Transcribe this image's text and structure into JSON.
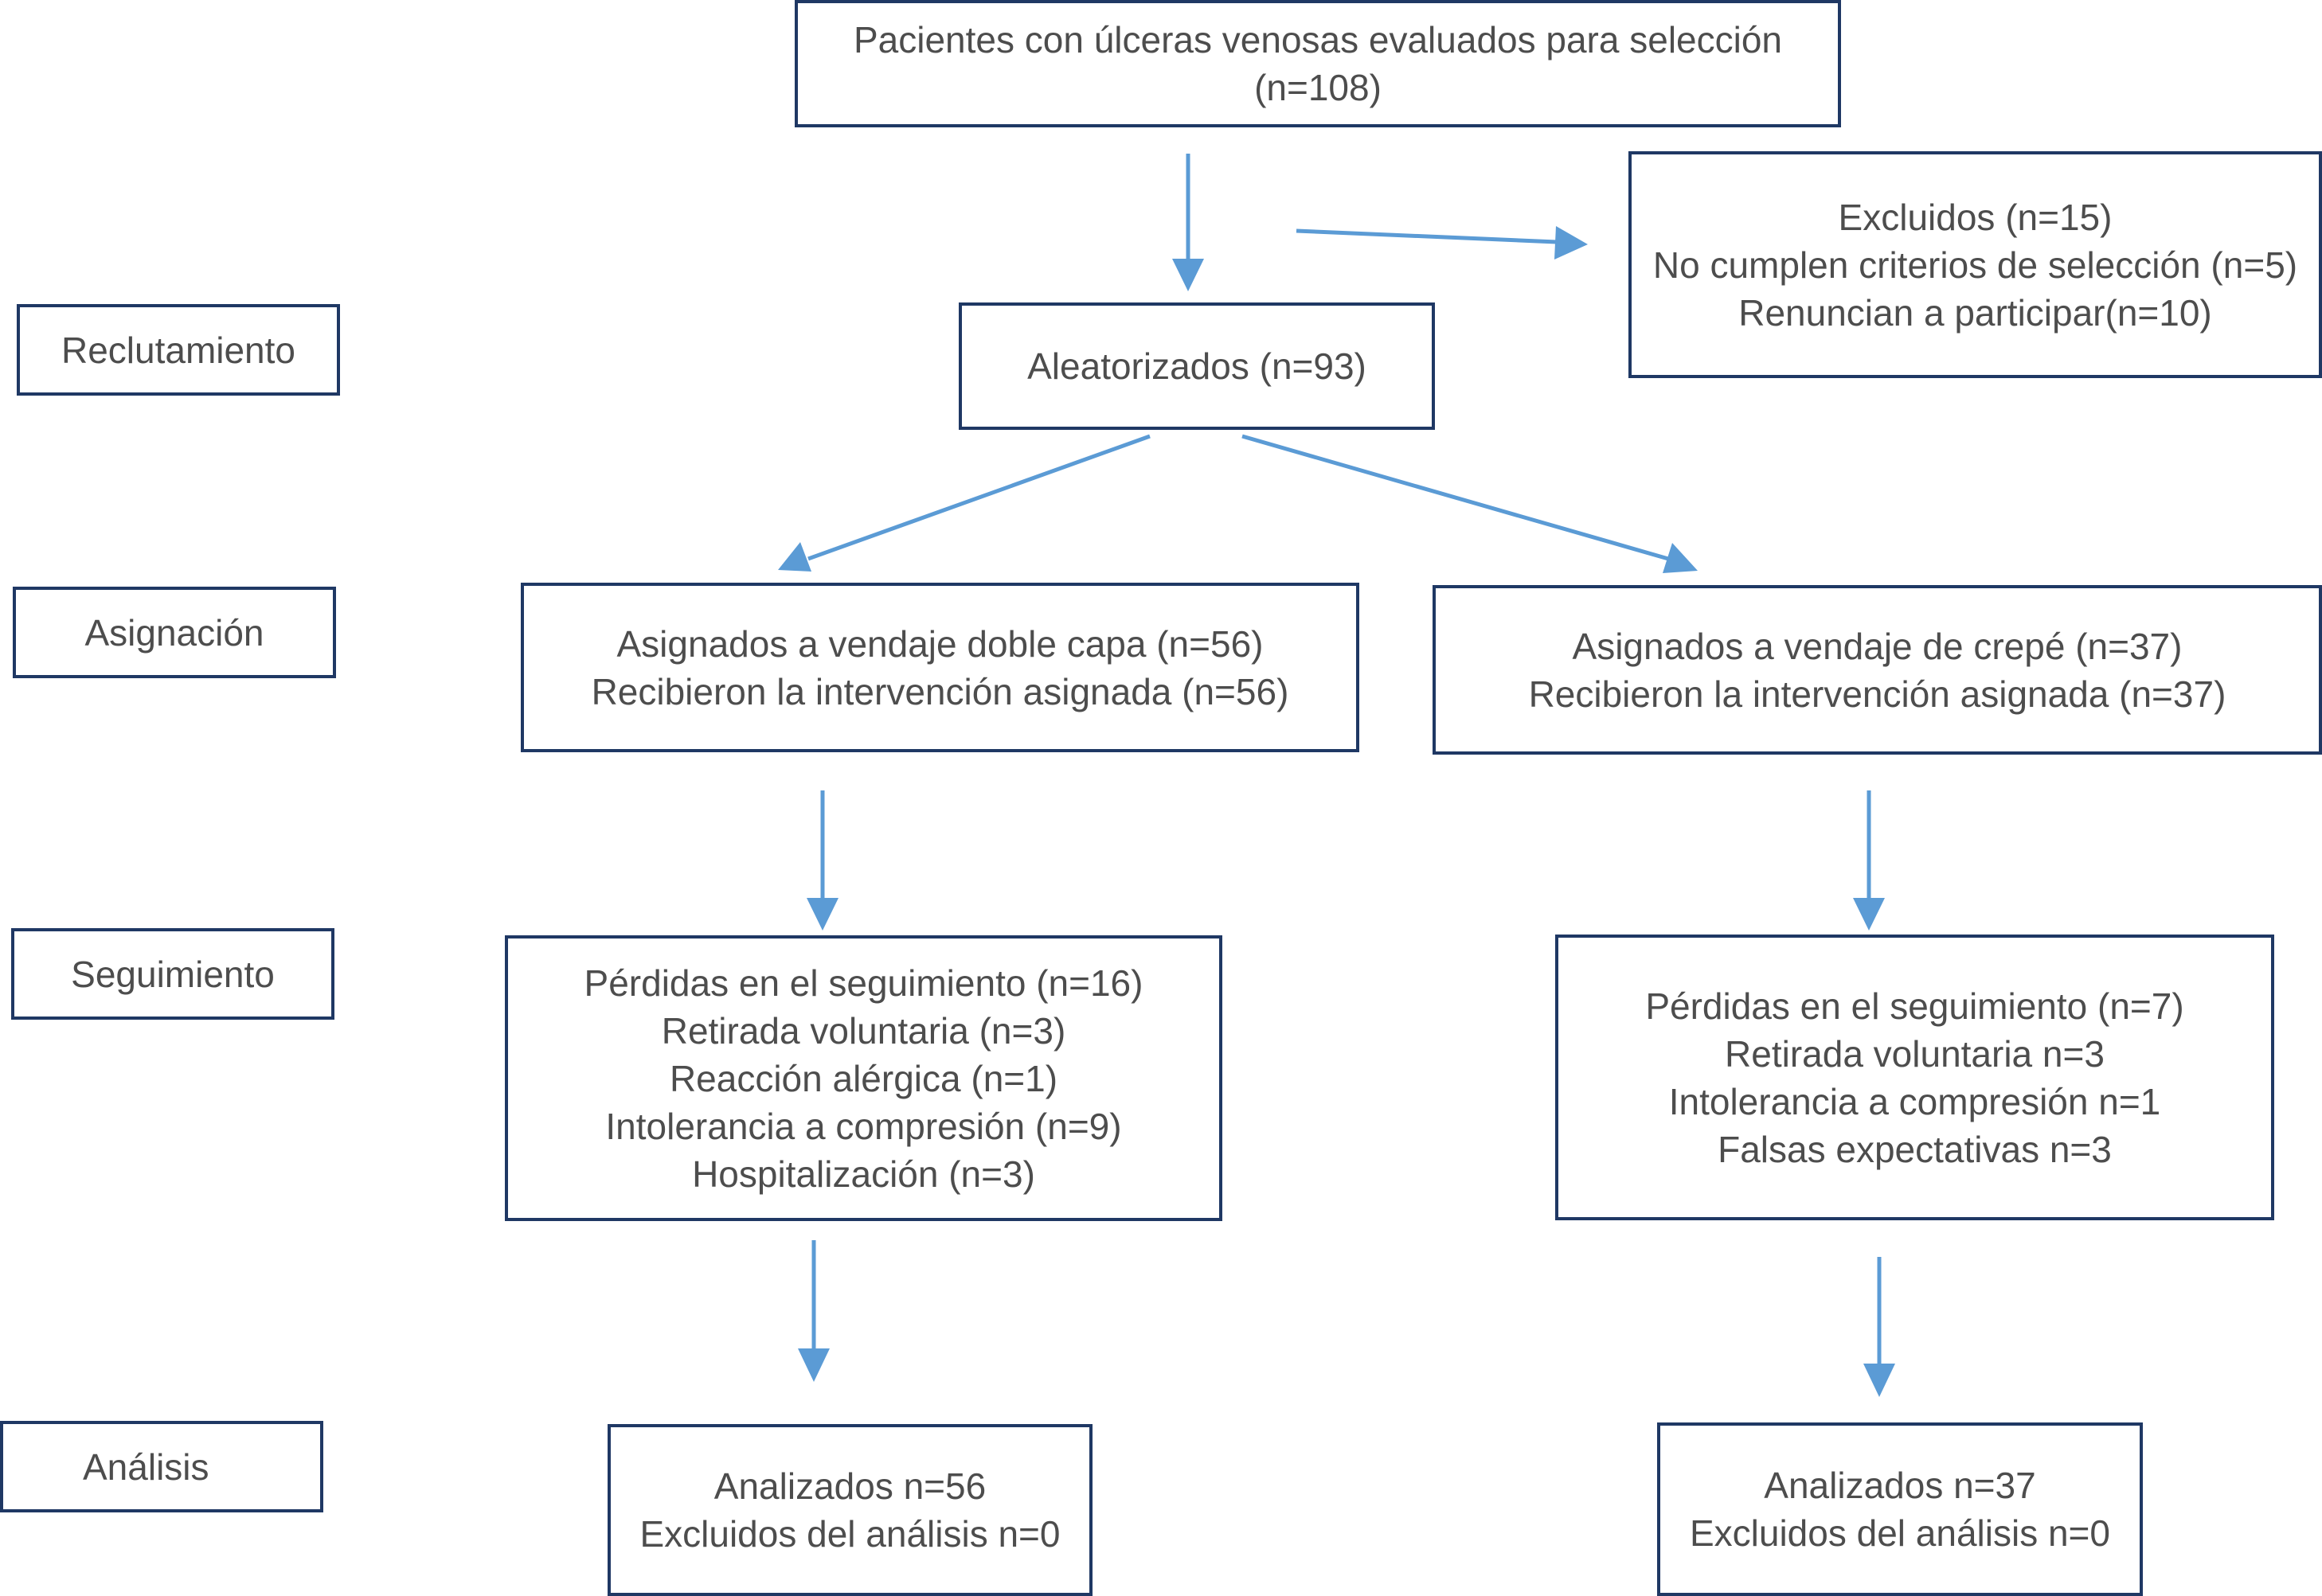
{
  "stages": {
    "recruitment": "Reclutamiento",
    "allocation": "Asignación",
    "follow_up": "Seguimiento",
    "analysis": "Análisis"
  },
  "boxes": {
    "assessed": {
      "lines": [
        "Pacientes con úlceras venosas evaluados para selección",
        "(n=108)"
      ]
    },
    "excluded": {
      "lines": [
        "Excluidos (n=15)",
        "No cumplen criterios de selección (n=5)",
        "Renuncian a  participar(n=10)"
      ]
    },
    "randomized": {
      "lines": [
        "Aleatorizados (n=93)"
      ]
    },
    "allocation_double_layer": {
      "lines": [
        "Asignados a vendaje doble capa (n=56)",
        "Recibieron la intervención asignada (n=56)"
      ]
    },
    "allocation_crepe": {
      "lines": [
        "Asignados a vendaje de crepé (n=37)",
        "Recibieron la intervención asignada (n=37)"
      ]
    },
    "followup_double_layer": {
      "lines": [
        "Pérdidas en el seguimiento (n=16)",
        "Retirada voluntaria (n=3)",
        "Reacción alérgica (n=1)",
        "Intolerancia a compresión (n=9)",
        "Hospitalización (n=3)"
      ]
    },
    "followup_crepe": {
      "lines": [
        "Pérdidas en el seguimiento (n=7)",
        "Retirada voluntaria n=3",
        "Intolerancia a compresión n=1",
        "Falsas expectativas n=3"
      ]
    },
    "analysis_double_layer": {
      "lines": [
        "Analizados n=56",
        "Excluidos del análisis n=0"
      ]
    },
    "analysis_crepe": {
      "lines": [
        "Analizados n=37",
        "Excluidos del análisis n=0"
      ]
    }
  },
  "colors": {
    "box_border": "#1f3864",
    "arrow": "#5b9bd5",
    "text": "#4d4d4d"
  }
}
